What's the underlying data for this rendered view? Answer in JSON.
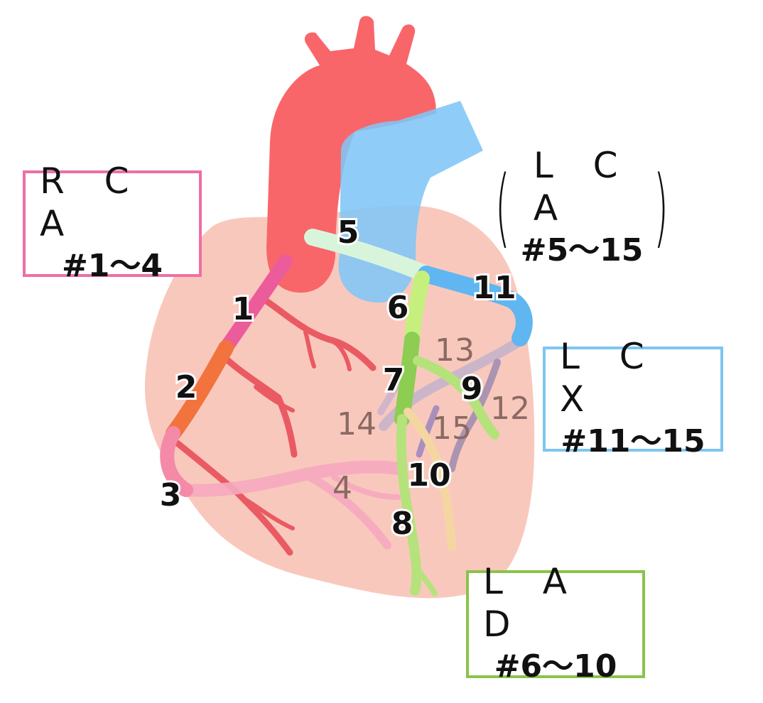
{
  "labels": {
    "rca": {
      "title": "R C A",
      "range": "#1～4",
      "color": "#ee6fa4"
    },
    "lca": {
      "open": "(",
      "title": "L C A",
      "range": "#5～15",
      "close": ")"
    },
    "lcx": {
      "title": "L C X",
      "range": "#11～15",
      "color": "#7ec5f0"
    },
    "lad": {
      "title": "L A D",
      "range": "#6～10",
      "color": "#8bc34a"
    }
  },
  "segments": {
    "s1": "1",
    "s2": "2",
    "s3": "3",
    "s4": "4",
    "s5": "5",
    "s6": "6",
    "s7": "7",
    "s8": "8",
    "s9": "9",
    "s10": "10",
    "s11": "11",
    "s12": "12",
    "s13": "13",
    "s14": "14",
    "s15": "15"
  },
  "colors": {
    "heart": "#f9c8bd",
    "aorta": "#f8666a",
    "pulmonary": "#7fc6f7",
    "rca_prox": "#ec5c9a",
    "rca_mid": "#f2733d",
    "rca_dist": "#f48aa8",
    "lmt": "#d8f5dc",
    "lad_prox": "#c6f07e",
    "lad_mid": "#8ccd52",
    "lad_dist": "#b6e27c",
    "lcx": "#5fb6f0",
    "branch": "#ea5a63"
  }
}
